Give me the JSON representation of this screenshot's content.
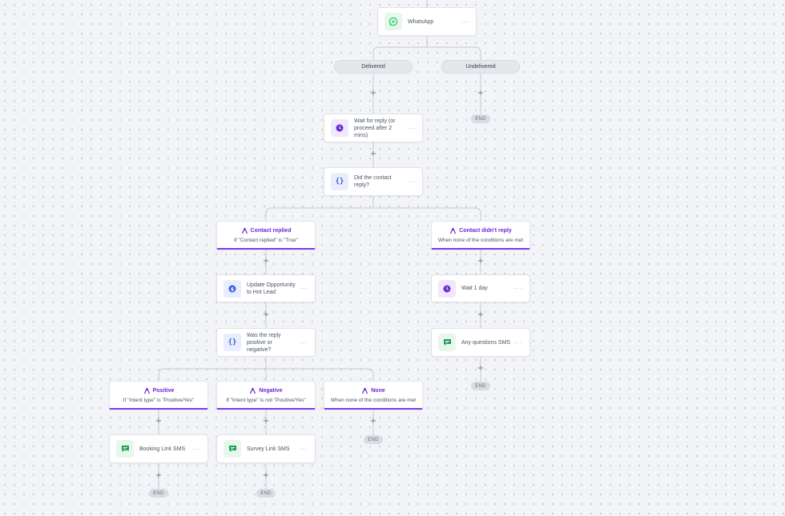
{
  "nodes": {
    "whatsapp": {
      "label": "WhatsApp",
      "icon": "whatsapp-icon"
    },
    "wait_reply": {
      "label": "Wait for reply (or proceed after 2 mins)",
      "icon": "clock-icon"
    },
    "did_reply": {
      "label": "Did the contact reply?",
      "icon": "condition-braces-icon"
    },
    "update_opp": {
      "label": "Update Opportunity to Hot Lead",
      "icon": "dollar-icon"
    },
    "reply_positive": {
      "label": "Was the reply positive or negative?",
      "icon": "condition-braces-icon"
    },
    "wait_day": {
      "label": "Wait 1 day",
      "icon": "clock-icon"
    },
    "any_questions": {
      "label": "Any questions SMS",
      "icon": "sms-icon"
    },
    "booking_sms": {
      "label": "Booking Link SMS",
      "icon": "sms-icon"
    },
    "survey_sms": {
      "label": "Survey Link SMS",
      "icon": "sms-icon"
    }
  },
  "more_label": "···",
  "pills": {
    "delivered": "Delivered",
    "undelivered": "Undelivered"
  },
  "end_label": "END",
  "plus_label": "+",
  "braces_label": "{}",
  "branches": {
    "contact_replied": {
      "title": "Contact replied",
      "subtitle": "If \"Contact replied\" is \"True\""
    },
    "contact_didnt_reply": {
      "title": "Contact didn't reply",
      "subtitle": "When none of the conditions are met"
    },
    "positive": {
      "title": "Positive",
      "subtitle": "If \"Intent type\" is \"Positive/Yes\""
    },
    "negative": {
      "title": "Negative",
      "subtitle": "If \"Intent type\" is not \"Positive/Yes\""
    },
    "none": {
      "title": "None",
      "subtitle": "When none of the conditions are met"
    }
  },
  "colors": {
    "accent": "#7c3aed",
    "whatsapp": "#25d366",
    "sms": "#16a34a",
    "condition": "#3b5bdb",
    "clock": "#6d28d9"
  }
}
